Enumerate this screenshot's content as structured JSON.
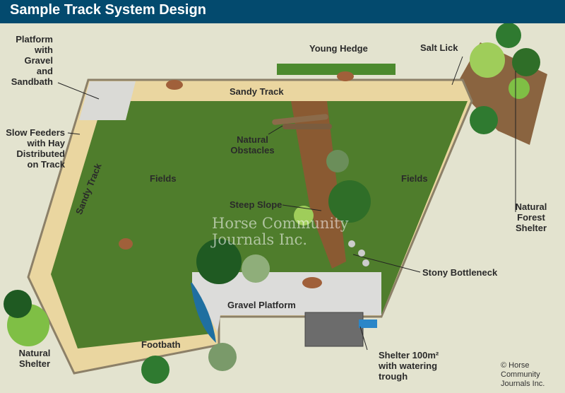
{
  "header": {
    "title": "Sample Track System Design"
  },
  "labels": {
    "platform": "Platform with Gravel and Sandbath",
    "young_hedge": "Young Hedge",
    "salt_lick": "Salt Lick",
    "sandy_track_top": "Sandy Track",
    "sandy_track_left": "Sandy Track",
    "slow_feeders": "Slow Feeders with Hay Distributed on Track",
    "natural_obstacles": "Natural Obstacles",
    "fields_left": "Fields",
    "fields_right": "Fields",
    "steep_slope": "Steep Slope",
    "natural_forest_shelter": "Natural Forest Shelter",
    "stony_bottleneck": "Stony Bottleneck",
    "gravel_platform": "Gravel Platform",
    "footbath": "Footbath",
    "natural_shelter": "Natural Shelter",
    "shelter": "Shelter 100m² with watering trough"
  },
  "watermark": "Horse Community Journals Inc.",
  "copyright": "© Horse Community Journals Inc.",
  "colors": {
    "header": "#034a6e",
    "background": "#e3e3cf",
    "field": "#4f7d2c",
    "sand": "#ead6a0",
    "gravel": "#d9d9d6",
    "dirt": "#8a5a32",
    "water": "#1f6fa0"
  }
}
